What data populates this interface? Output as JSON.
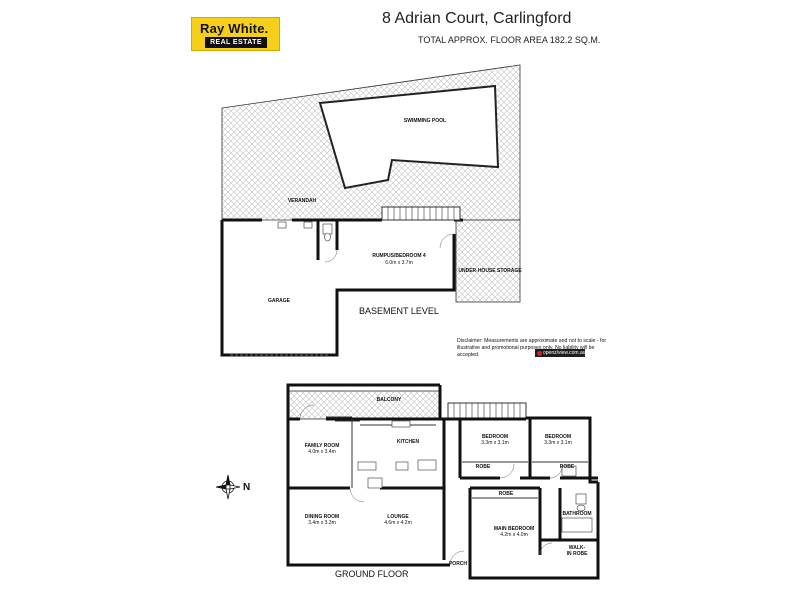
{
  "header": {
    "logo_top": "Ray White.",
    "logo_bottom": "REAL ESTATE",
    "address": "8 Adrian Court, Carlingford",
    "floor_area": "TOTAL APPROX. FLOOR AREA 182.2 SQ.M."
  },
  "basement": {
    "pool": "SWIMMING POOL",
    "verandah": "VERANDAH",
    "rumpus": "RUMPUS/BEDROOM 4",
    "rumpus_dim": "6.0m x 3.7m",
    "storage": "UNDER-HOUSE STORAGE",
    "garage": "GARAGE",
    "level": "BASEMENT LEVEL"
  },
  "disclaimer": {
    "text": "Disclaimer: Measurements are approximate and not to scale - for illustrative and promotional purposes only. No liability will be accepted.",
    "badge": "openz/view.com.au"
  },
  "ground": {
    "balcony": "BALCONY",
    "family": "FAMILY ROOM",
    "family_dim": "4.0m x 3.4m",
    "kitchen": "KITCHEN",
    "bed2": "BEDROOM",
    "bed2_dim": "3.3m x 3.1m",
    "bed3": "BEDROOM",
    "bed3_dim": "3.3m x 3.1m",
    "robe1": "ROBE",
    "robe2": "ROBE",
    "robe3": "ROBE",
    "dining": "DINING ROOM",
    "dining_dim": "3.4m x 3.3m",
    "lounge": "LOUNGE",
    "lounge_dim": "4.6m x 4.2m",
    "main_bed": "MAIN BEDROOM",
    "main_bed_dim": "4.2m x 4.0m",
    "bathroom": "BATHROOM",
    "walkin": "WALK-",
    "walkin2": "IN ROBE",
    "porch": "PORCH",
    "level": "GROUND FLOOR"
  },
  "compass": {
    "north": "N"
  }
}
